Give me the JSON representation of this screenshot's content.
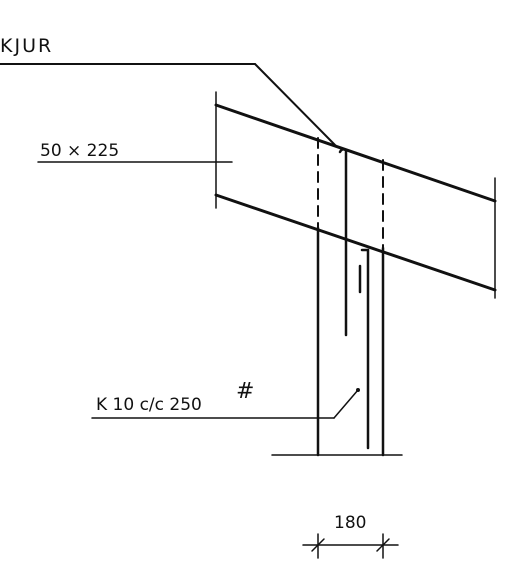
{
  "labels": {
    "rebar_top": "KJUR",
    "beam_size": "50 × 225",
    "rebar_spec": "K 10 c/c 250",
    "hash_mark": "#",
    "width_dim": "180"
  },
  "colors": {
    "ink": "#111111",
    "background": "#ffffff"
  }
}
